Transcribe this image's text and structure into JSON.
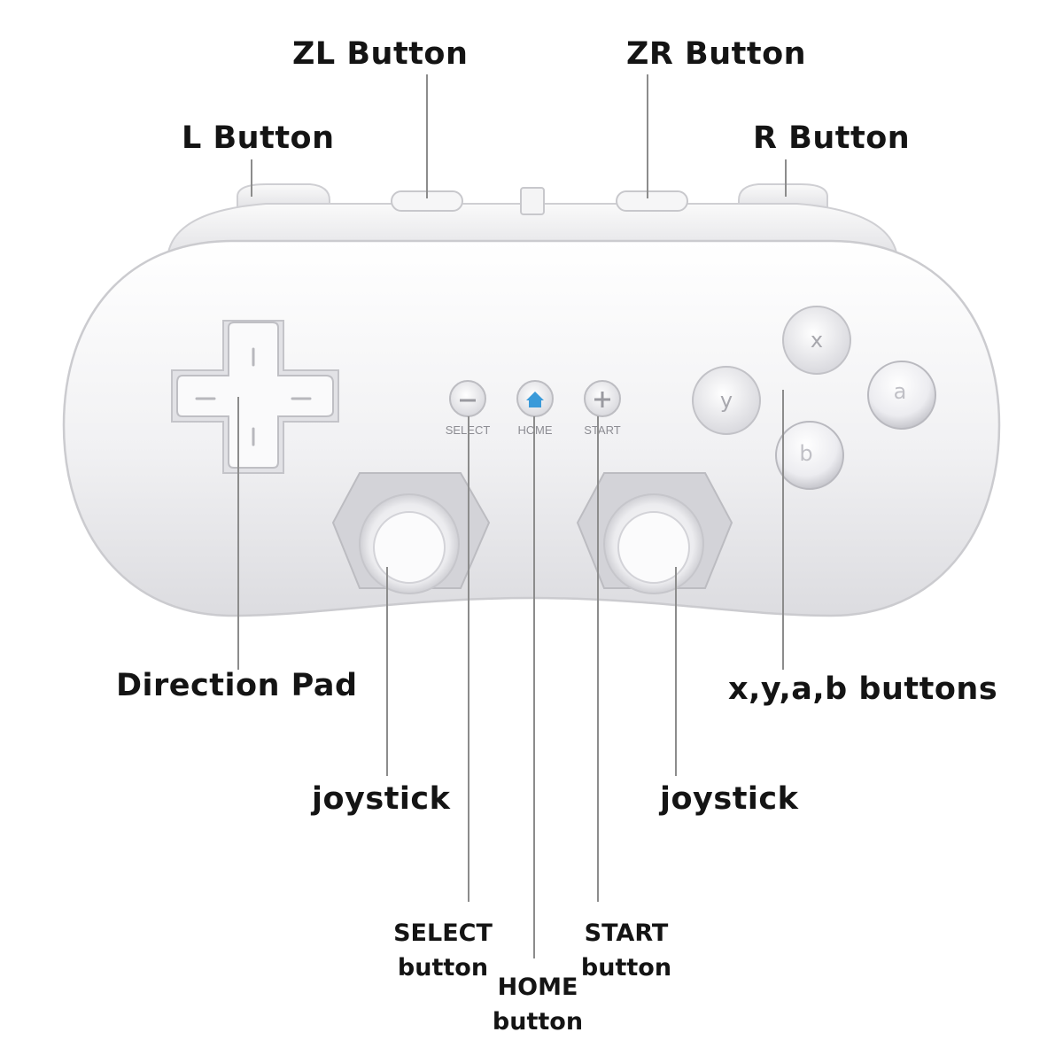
{
  "labels": {
    "zl": "ZL Button",
    "zr": "ZR Button",
    "l": "L Button",
    "r": "R Button",
    "dpad": "Direction Pad",
    "xyab": "x,y,a,b buttons",
    "joystick_left": "joystick",
    "joystick_right": "joystick",
    "select_line1": "SELECT",
    "select_line2": "button",
    "start_line1": "START",
    "start_line2": "button",
    "home_line1": "HOME",
    "home_line2": "button"
  },
  "controller": {
    "face_labels": {
      "select": "SELECT",
      "home": "HOME",
      "start": "START"
    },
    "face_buttons": {
      "x": "x",
      "y": "y",
      "a": "a",
      "b": "b"
    },
    "minus_symbol": "−",
    "plus_symbol": "+"
  },
  "colors": {
    "body": "#f2f2f3",
    "outline": "#c9c9cc",
    "home_icon": "#3a9ad9",
    "leader_line": "#8c8c8c",
    "label_text": "#141414"
  }
}
